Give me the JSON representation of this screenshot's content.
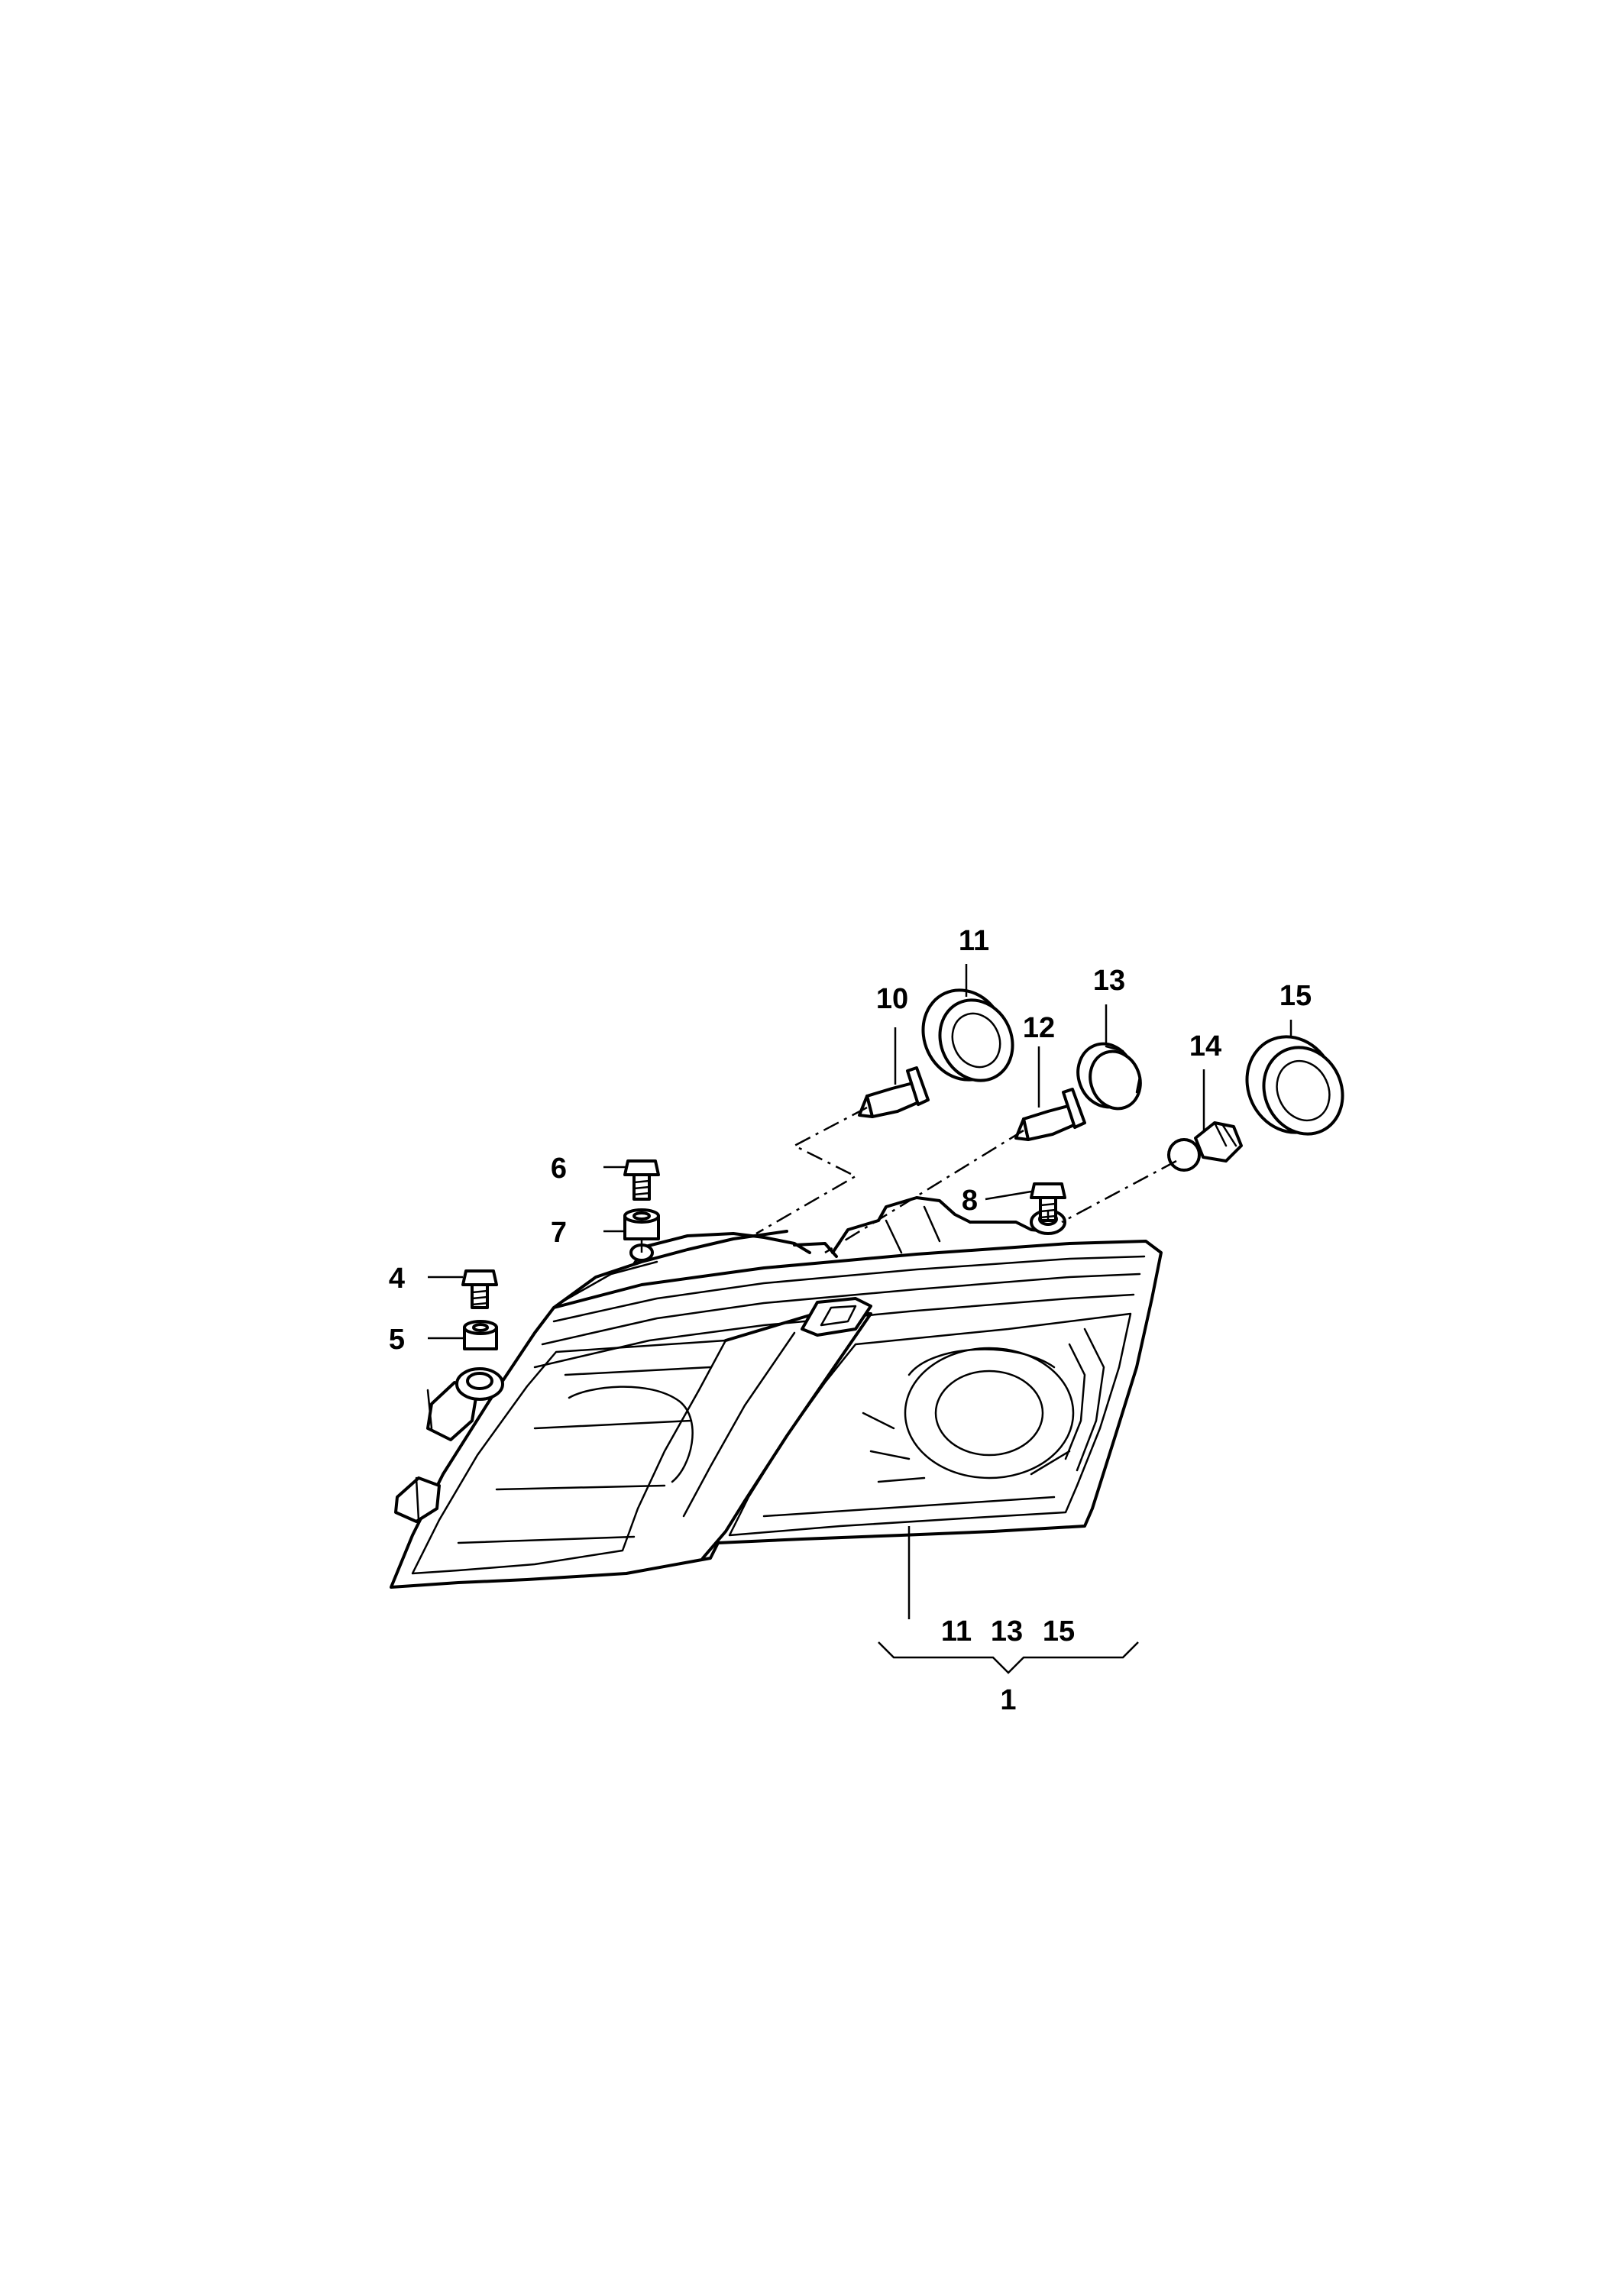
{
  "diagram": {
    "callouts": {
      "c1": "1",
      "c4": "4",
      "c5": "5",
      "c6": "6",
      "c7": "7",
      "c8": "8",
      "c10": "10",
      "c11": "11",
      "c12": "12",
      "c13": "13",
      "c14": "14",
      "c15": "15"
    },
    "bracket_items": {
      "a": "11",
      "b": "13",
      "c": "15"
    }
  }
}
